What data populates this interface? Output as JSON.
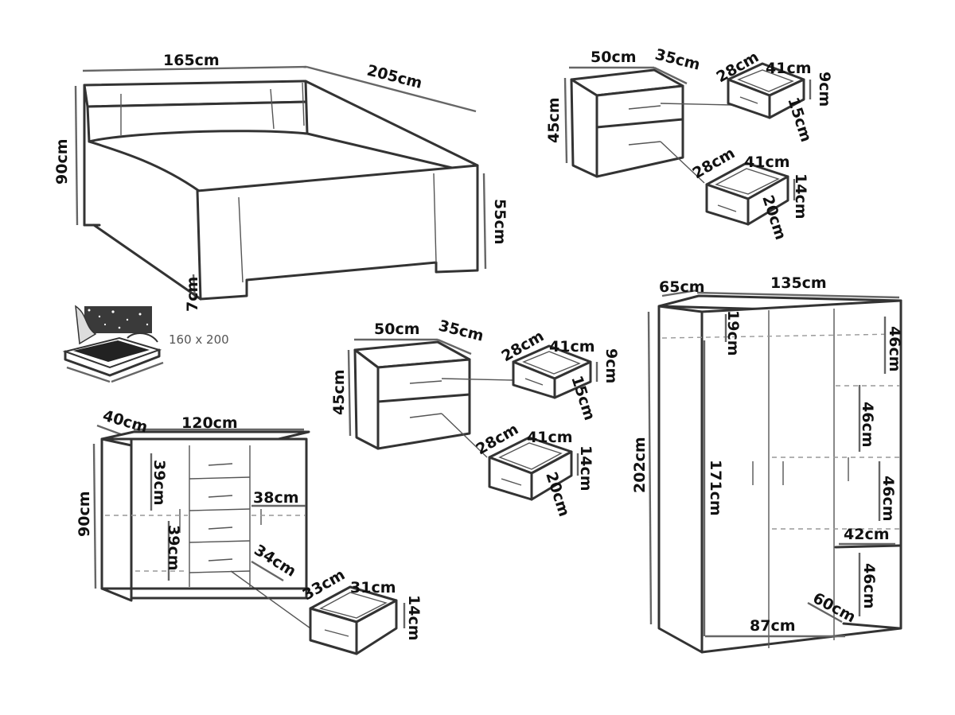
{
  "bed": {
    "width": "165cm",
    "length": "205cm",
    "head_height": "90cm",
    "foot_height": "55cm",
    "leg_height": "7cm",
    "mattress_note": "160 x 200"
  },
  "nightstand_top": {
    "width": "50cm",
    "depth": "35cm",
    "height": "45cm",
    "drawer_small": {
      "depth": "28cm",
      "width": "41cm",
      "height": "9cm",
      "front": "15cm"
    },
    "drawer_large": {
      "depth": "28cm",
      "width": "41cm",
      "height": "14cm",
      "front": "20cm"
    }
  },
  "nightstand_mid": {
    "width": "50cm",
    "depth": "35cm",
    "height": "45cm",
    "drawer_small": {
      "depth": "28cm",
      "width": "41cm",
      "height": "9cm",
      "front": "15cm"
    },
    "drawer_large": {
      "depth": "28cm",
      "width": "41cm",
      "height": "14cm",
      "front": "20cm"
    }
  },
  "dresser": {
    "depth": "40cm",
    "width": "120cm",
    "height": "90cm",
    "left_upper": "39cm",
    "left_lower": "39cm",
    "right_upper": "38cm",
    "inner_depth": "34cm",
    "drawer": {
      "depth": "33cm",
      "width": "31cm",
      "height": "14cm"
    }
  },
  "wardrobe": {
    "depth": "65cm",
    "width": "135cm",
    "height": "202cm",
    "top_shelf": "19cm",
    "hanging": "171cm",
    "shelf_1": "46cm",
    "shelf_2": "46cm",
    "shelf_3": "46cm",
    "shelf_4": "46cm",
    "inner_width": "42cm",
    "bottom_depth": "60cm",
    "bottom_width": "87cm"
  }
}
